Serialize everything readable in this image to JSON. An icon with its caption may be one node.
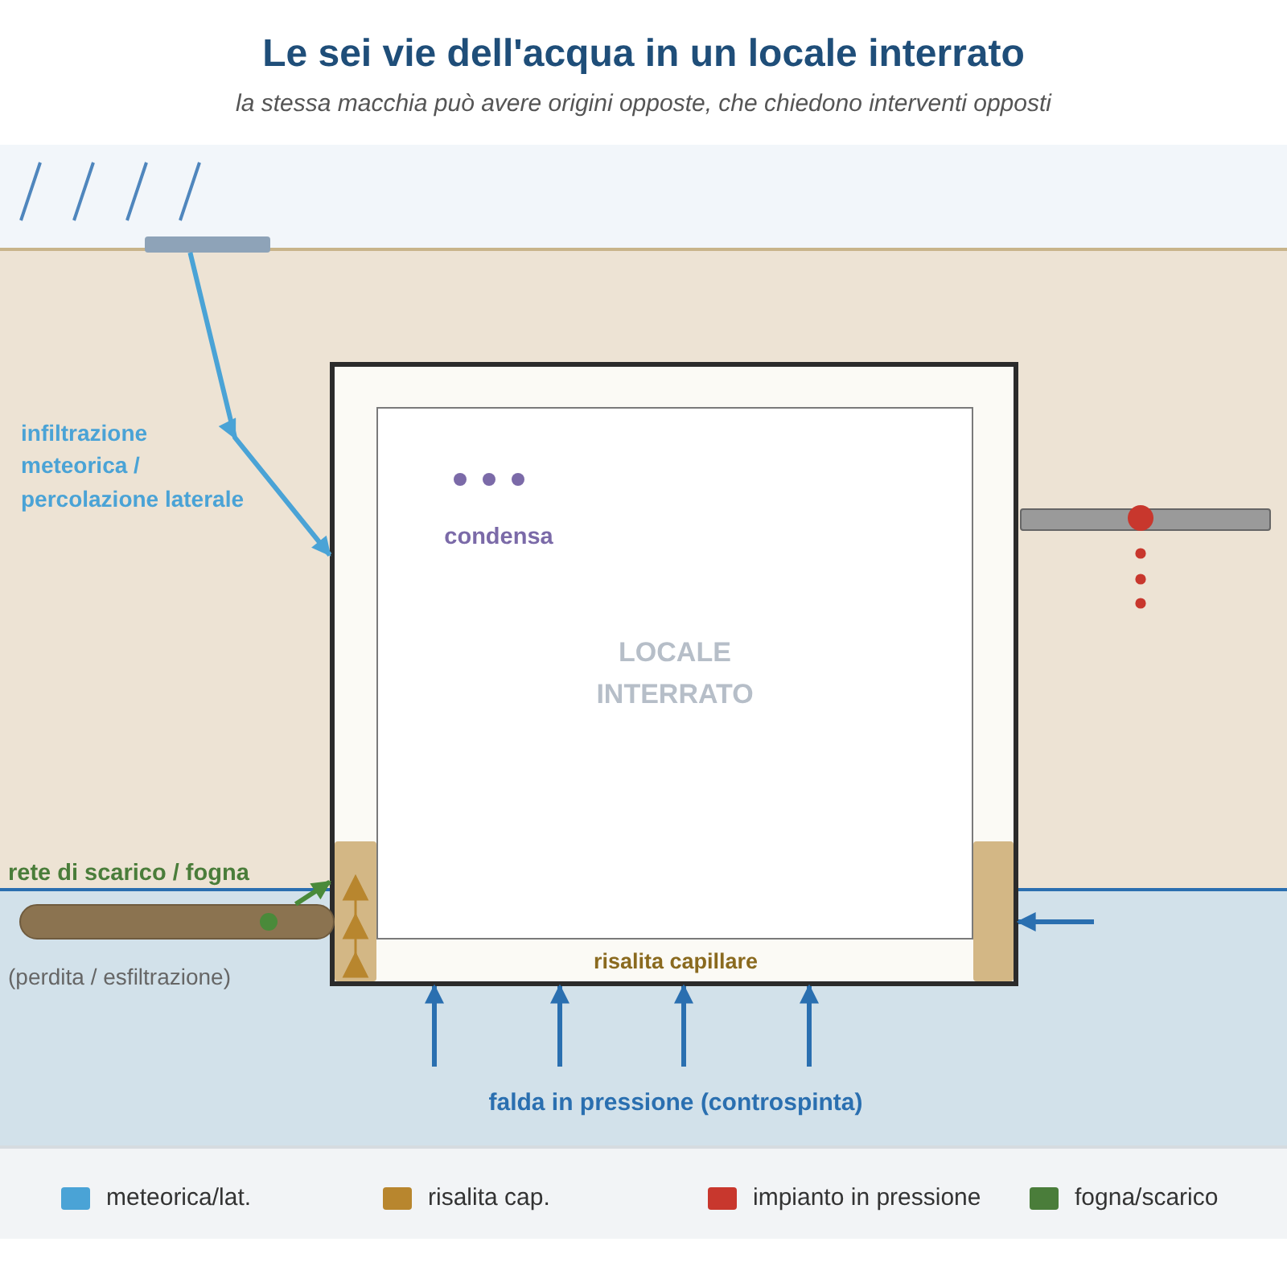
{
  "diagram": {
    "title": "Le sei vie dell'acqua in un locale interrato",
    "caption": "la stessa macchia può avere origini opposte, che chiedono interventi opposti",
    "nodes": [
      {
        "text": [],
        "shape": "bar"
      },
      {
        "text": [],
        "shape": "box"
      },
      {
        "text": [
          "LOCALE INTERRATO"
        ],
        "in": 1
      },
      {
        "text": [],
        "shape": "bar",
        "in": 1
      },
      {
        "text": [],
        "shape": "bar",
        "in": 1
      },
      {
        "text": [],
        "shape": "cylinder",
        "beside": [
          "rete di scarico / fogna",
          "(perdita / esfiltrazione)"
        ]
      },
      {
        "text": [],
        "shape": "bar"
      }
    ],
    "edges": [
      {
        "from": 0,
        "to": 1,
        "arrow": "to",
        "color": "#4aa3d6"
      },
      {
        "from": 5,
        "to": 1,
        "arrow": "to",
        "color": "#4a8a3a"
      },
      {
        "from": null,
        "to": 1,
        "arrow": "to"
      },
      {
        "from": null,
        "to": 1,
        "arrow": "to"
      },
      {
        "from": null,
        "to": 1,
        "arrow": "to"
      },
      {
        "from": null,
        "to": 1,
        "arrow": "to"
      },
      {
        "from": null,
        "to": 1,
        "arrow": "to"
      }
    ],
    "labels": [
      "infiltrazione meteorica / percolazione laterale",
      "condensa",
      "risalita capillare",
      "falda in pressione (controspinta)"
    ],
    "legend": [
      {
        "text": "meteorica/lat.",
        "color": "#4aa3d6"
      },
      {
        "text": "risalita cap.",
        "color": "#b8862e"
      },
      {
        "text": "impianto in pressione",
        "color": "#c8372d"
      },
      {
        "text": "fogna/scarico",
        "color": "#4a7d3a"
      }
    ]
  }
}
